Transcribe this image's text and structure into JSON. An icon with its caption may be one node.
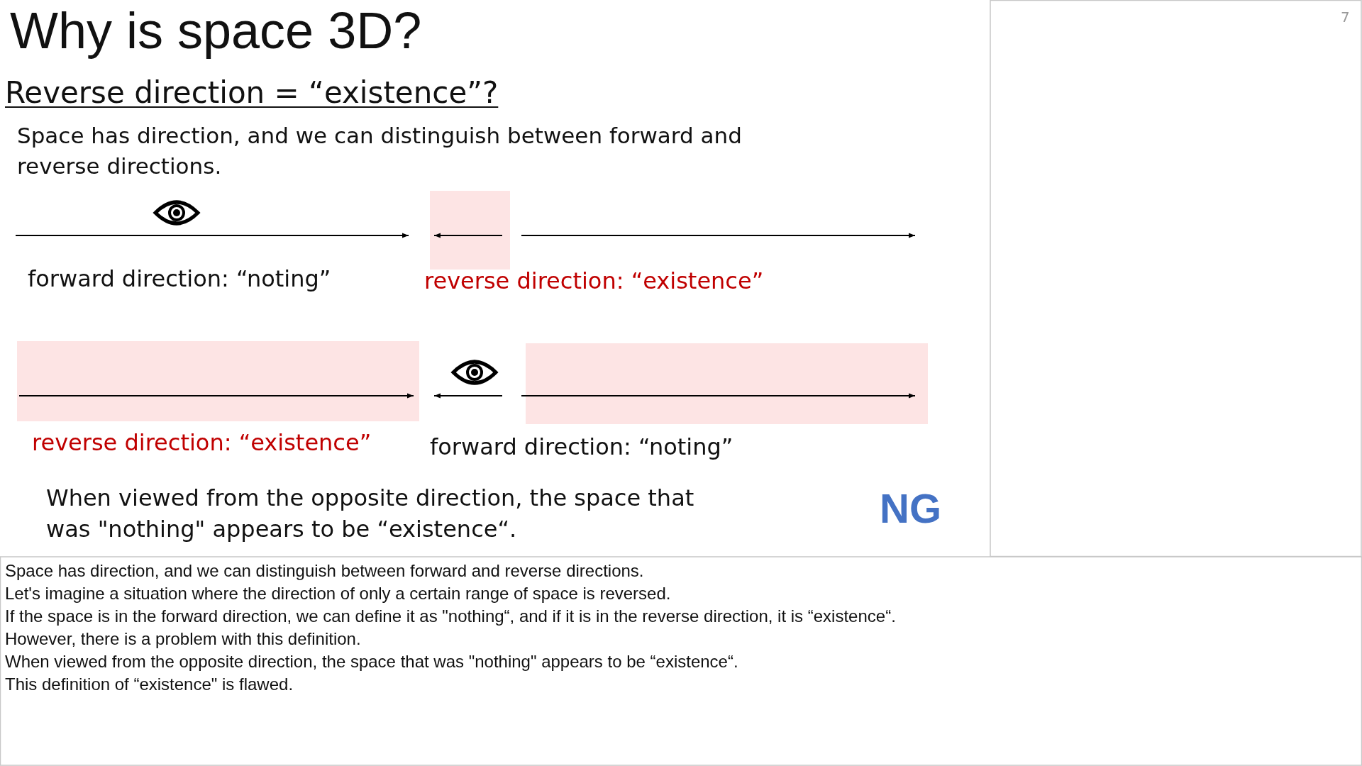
{
  "diagram": {
    "title": "Why is space 3D?",
    "labels": [
      "7",
      "Reverse direction = “existence”?",
      "Space has direction, and we can distinguish between forward and reverse directions.",
      "forward direction: “noting”",
      "reverse direction: “existence”",
      "reverse direction: “existence”",
      "forward direction: “noting”",
      "When viewed from the opposite direction, the space that was \"nothing\" appears to be “existence“.",
      "NG",
      "Space has direction, and we can distinguish between forward and reverse directions.",
      "Let's imagine a situation where the direction of only a certain range of space is reversed.",
      "If the space is in the forward direction, we can define it as \"nothing“, and if it is in the reverse direction, it is “existence“.",
      "However, there is a problem with this definition.",
      "When viewed from the opposite direction, the space that was \"nothing\" appears to be “existence“.",
      "This definition of “existence\" is flawed."
    ]
  }
}
